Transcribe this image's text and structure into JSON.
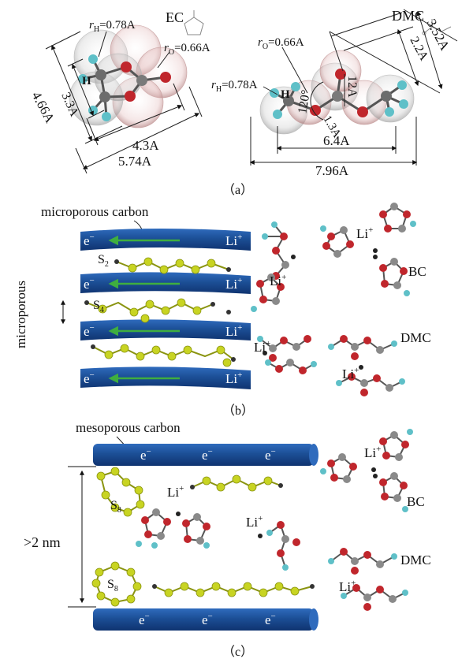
{
  "panel_a": {
    "ec": {
      "name": "EC",
      "r_h": "r",
      "r_h_sub": "H",
      "r_h_val": "=0.78A",
      "r_o": "r",
      "r_o_sub": "O",
      "r_o_val": "=0.66A",
      "atom_h": "H",
      "dim_466": "4.66A",
      "dim_33": "3.3A",
      "dim_43": "4.3A",
      "dim_574": "5.74A"
    },
    "dmc": {
      "name": "DMC",
      "r_o": "r",
      "r_o_sub": "O",
      "r_o_val": "=0.66A",
      "r_h": "r",
      "r_h_sub": "H",
      "r_h_val": "=0.78A",
      "atom_h": "H",
      "dim_352": "3.52A",
      "dim_22": "2.2A",
      "dim_12": "12A",
      "dim_angle": "120°",
      "dim_13": "1.3A",
      "dim_64": "6.4A",
      "dim_796": "7.96A"
    },
    "caption": "（a）"
  },
  "panel_b": {
    "title": "microporous carbon",
    "side_label": "microporous",
    "electron": "e",
    "electron_sup": "−",
    "lithium": "Li",
    "lithium_sup": "+",
    "s2": "S",
    "s2_sub": "2",
    "s4": "S",
    "s4_sub": "4",
    "bc": "BC",
    "dmc": "DMC",
    "caption": "（b）"
  },
  "panel_c": {
    "title": "mesoporous carbon",
    "gap_label": ">2 nm",
    "electron": "e",
    "electron_sup": "−",
    "lithium": "Li",
    "lithium_sup": "+",
    "s8": "S",
    "s8_sub": "8",
    "bc": "BC",
    "dmc": "DMC",
    "caption": "（c）"
  },
  "colors": {
    "carbon_sheet": "#1c4f96",
    "sulfur": "#c8d422",
    "oxygen": "#c0262c",
    "carbon_atom": "#8a8a8a",
    "hydrogen": "#5fc0c8",
    "arrow": "#3fae3f"
  }
}
